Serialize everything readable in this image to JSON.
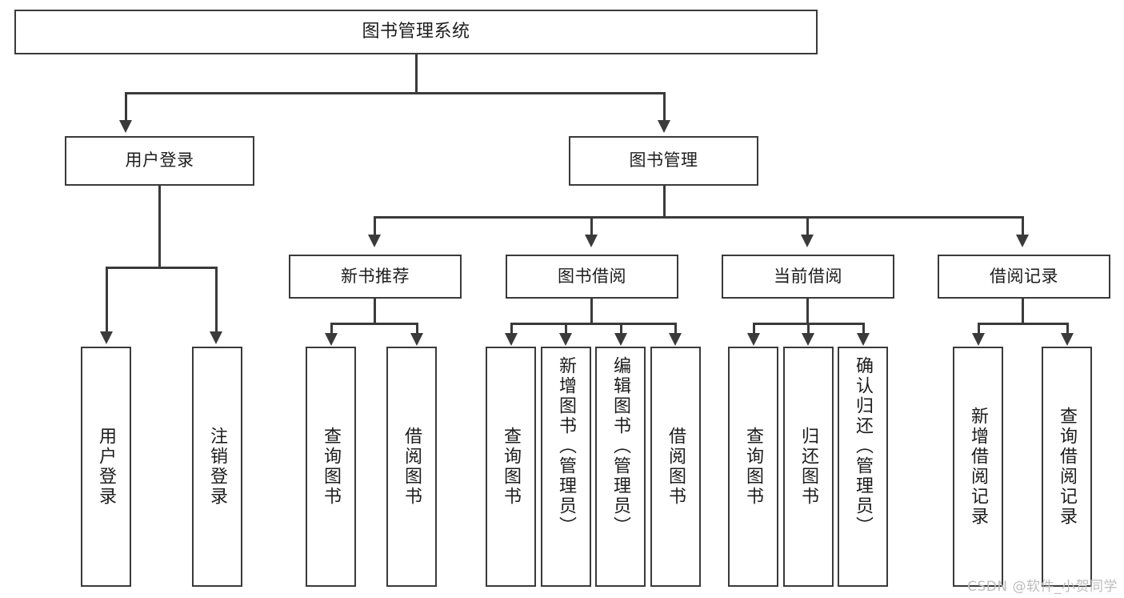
{
  "diagram": {
    "title": "图书管理系统",
    "type": "tree",
    "watermark": "CSDN @软件_小贺同学",
    "colors": {
      "stroke": "#3a3a3a",
      "fill": "#ffffff",
      "text": "#1c1c1c",
      "watermark": "#bdbdbd"
    },
    "nodes": {
      "root": {
        "label": "图书管理系统"
      },
      "level2": [
        {
          "label": "用户登录"
        },
        {
          "label": "图书管理"
        }
      ],
      "level3": [
        {
          "label": "新书推荐"
        },
        {
          "label": "图书借阅"
        },
        {
          "label": "当前借阅"
        },
        {
          "label": "借阅记录"
        }
      ],
      "leaves": {
        "user_login": [
          {
            "label": "用户登录"
          },
          {
            "label": "注销登录"
          }
        ],
        "new_book": [
          {
            "label": "查询图书"
          },
          {
            "label": "借阅图书"
          }
        ],
        "book_borrow": [
          {
            "label": "查询图书"
          },
          {
            "label": "新增图书（管理员）"
          },
          {
            "label": "编辑图书（管理员）"
          },
          {
            "label": "借阅图书"
          }
        ],
        "current_borrow": [
          {
            "label": "查询图书"
          },
          {
            "label": "归还图书"
          },
          {
            "label": "确认归还（管理员）"
          }
        ],
        "borrow_record": [
          {
            "label": "新增借阅记录"
          },
          {
            "label": "查询借阅记录"
          }
        ]
      }
    }
  }
}
